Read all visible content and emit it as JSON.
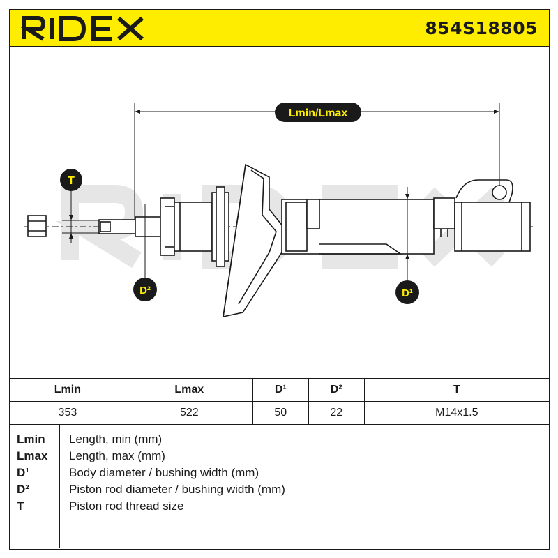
{
  "header": {
    "brand": "RIDEX",
    "part_number": "854S18805",
    "background_color": "#ffed00"
  },
  "diagram": {
    "label_length": "Lmin/Lmax",
    "label_thread": "T",
    "label_rod_diameter": "D²",
    "label_body_diameter": "D¹",
    "watermark": "RIDEX"
  },
  "specs": {
    "headers": [
      "Lmin",
      "Lmax",
      "D¹",
      "D²",
      "T"
    ],
    "values": [
      "353",
      "522",
      "50",
      "22",
      "M14x1.5"
    ]
  },
  "legend": [
    {
      "key": "Lmin",
      "desc": "Length, min (mm)"
    },
    {
      "key": "Lmax",
      "desc": "Length, max (mm)"
    },
    {
      "key": "D¹",
      "desc": "Body diameter / bushing width (mm)"
    },
    {
      "key": "D²",
      "desc": "Piston rod diameter / bushing width (mm)"
    },
    {
      "key": "T",
      "desc": "Piston rod thread size"
    }
  ]
}
